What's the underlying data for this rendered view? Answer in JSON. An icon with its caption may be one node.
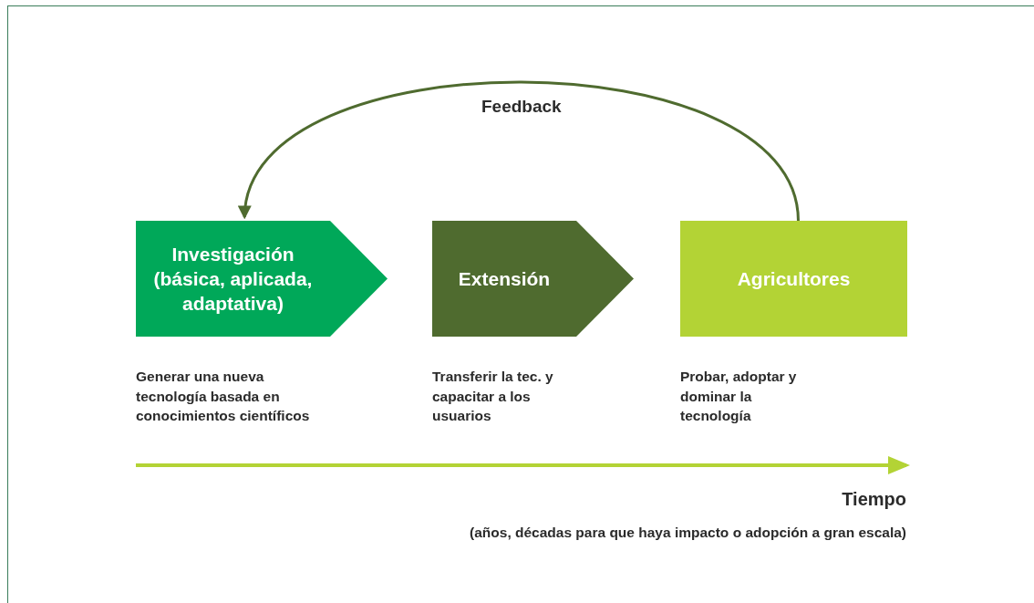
{
  "diagram": {
    "nodes": [
      {
        "text": [
          "Investigación (básica, aplicada, adaptativa)"
        ],
        "beside": [
          "Generar una nueva tecnología basada en conocimientos científicos"
        ]
      },
      {
        "text": [
          "Extensión"
        ],
        "beside": [
          "Transferir la tec. y capacitar a los usuarios"
        ]
      },
      {
        "text": [
          "Agricultores"
        ],
        "beside": [
          "Probar, adoptar y dominar la tecnología"
        ]
      }
    ],
    "edges": [
      {
        "from": 2,
        "to": 0,
        "arrow": "to",
        "label": "Feedback",
        "color": "#4f6b2f"
      }
    ],
    "labels": [
      "Tiempo",
      "(años, décadas para que haya impacto o adopción a gran escala)"
    ]
  }
}
